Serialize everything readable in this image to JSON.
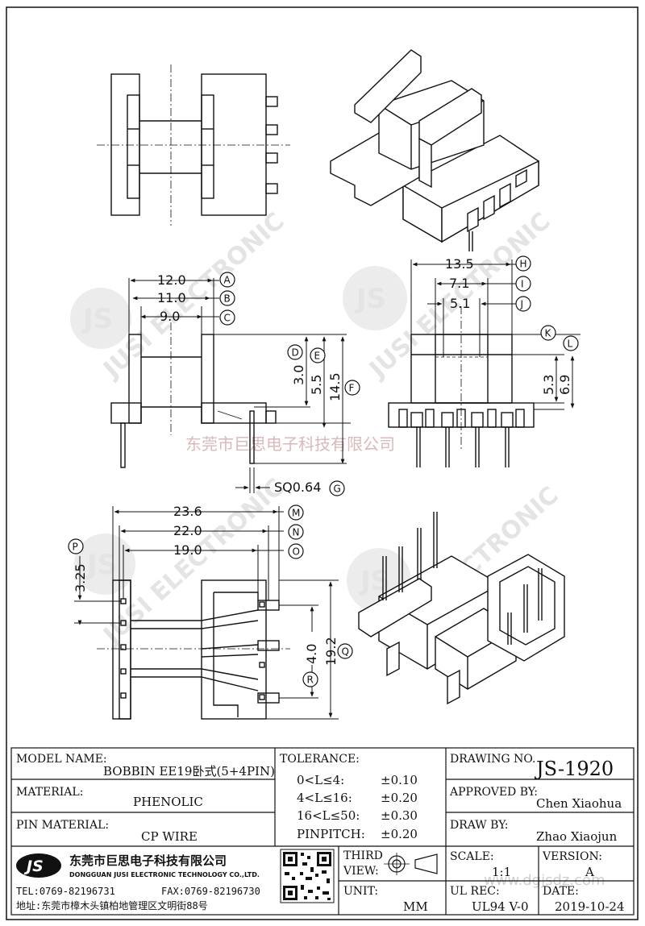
{
  "dimensions": {
    "A": "12.0",
    "B": "11.0",
    "C": "9.0",
    "D": "3.0",
    "E": "5.5",
    "F": "14.5",
    "G": "SQ0.64",
    "H": "13.5",
    "I": "7.1",
    "J": "5.1",
    "K": "5.3",
    "L": "6.9",
    "M": "23.6",
    "N": "22.0",
    "O": "19.0",
    "P": "3.25",
    "Q": "19.2",
    "R": "4.0"
  },
  "markers": {
    "A": "A",
    "B": "B",
    "C": "C",
    "D": "D",
    "E": "E",
    "F": "F",
    "G": "G",
    "H": "H",
    "I": "I",
    "J": "J",
    "K": "K",
    "L": "L",
    "M": "M",
    "N": "N",
    "O": "O",
    "P": "P",
    "Q": "Q",
    "R": "R"
  },
  "watermark": {
    "logo": "JS",
    "text": "JUSI ELECTRONIC",
    "company_overlay": "东莞市巨思电子科技有限公司",
    "url": "www.dgjsdz.com"
  },
  "title_block": {
    "model_name_label": "MODEL NAME:",
    "model_name": "BOBBIN EE19卧式(5+4PIN)",
    "material_label": "MATERIAL:",
    "material": "PHENOLIC",
    "pin_material_label": "PIN MATERIAL:",
    "pin_material": "CP WIRE",
    "tolerance_label": "TOLERANCE:",
    "tolerances": [
      {
        "range": "0<L≤4:",
        "value": "±0.10"
      },
      {
        "range": "4<L≤16:",
        "value": "±0.20"
      },
      {
        "range": "16<L≤50:",
        "value": "±0.30"
      },
      {
        "range": "PINPITCH:",
        "value": "±0.20"
      }
    ],
    "drawing_no_label": "DRAWING NO.",
    "drawing_no": "JS-1920",
    "approved_by_label": "APPROVED BY:",
    "approved_by": "Chen Xiaohua",
    "draw_by_label": "DRAW BY:",
    "draw_by": "Zhao Xiaojun",
    "third_view_label_1": "THIRD",
    "third_view_label_2": "VIEW:",
    "unit_label": "UNIT:",
    "unit": "MM",
    "scale_label": "SCALE:",
    "scale": "1:1",
    "version_label": "VERSION:",
    "version": "A",
    "ul_rec_label": "UL REC:",
    "ul_rec": "UL94 V-0",
    "date_label": "DATE:",
    "date": "2019-10-24",
    "company_logo": "JS",
    "company_cn": "东莞市巨思电子科技有限公司",
    "company_en": "DONGGUAN JUSI ELECTRONIC TECHNOLOGY CO.,LTD.",
    "tel": "TEL:0769-82196731",
    "fax": "FAX:0769-82196730",
    "address": "地址:东莞市樟木头镇柏地管理区文明街88号"
  }
}
